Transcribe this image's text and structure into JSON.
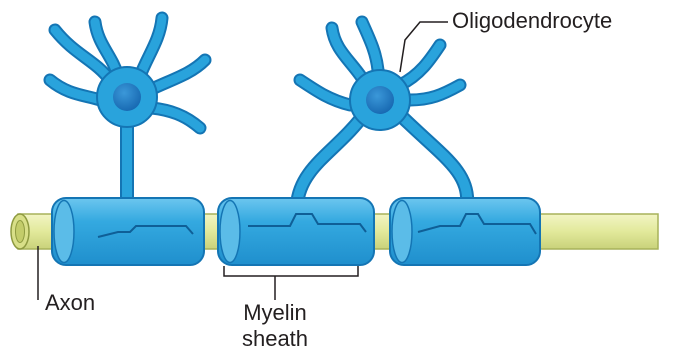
{
  "labels": {
    "oligodendrocyte": "Oligodendrocyte",
    "axon": "Axon",
    "myelin_line1": "Myelin",
    "myelin_line2": "sheath"
  },
  "colors": {
    "cell_fill": "#29a3dc",
    "cell_stroke": "#1475b4",
    "nucleus": "#1f7fc8",
    "axon_fill": "#e3ea9e",
    "axon_stroke": "#a7b25a",
    "line": "#231f20",
    "text": "#231f20"
  }
}
